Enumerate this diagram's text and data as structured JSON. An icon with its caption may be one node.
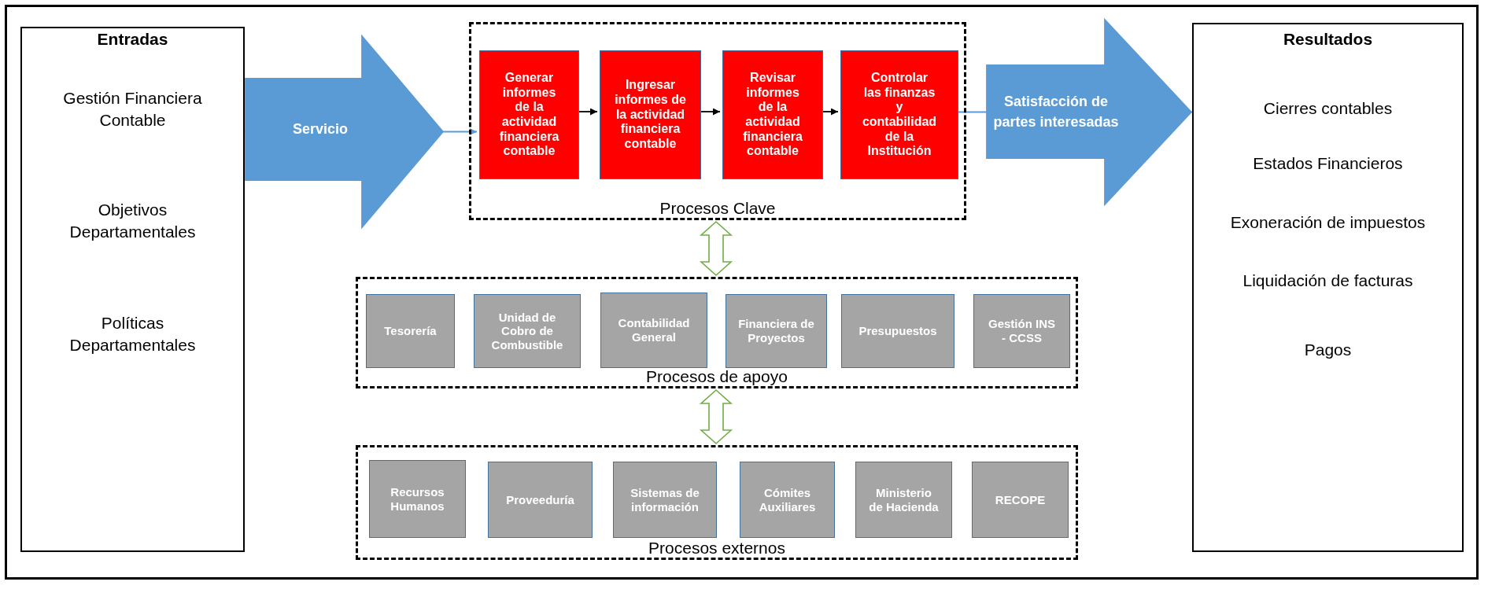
{
  "diagram": {
    "nodes": [
      {
        "text": [
          "Entradas",
          "Gestión Financiera Contable",
          "Objetivos Departamentales",
          "Políticas Departamentales"
        ]
      },
      {
        "text": [
          "Procesos Clave"
        ]
      },
      {
        "text": [
          "Generar informes de la actividad financiera contable"
        ],
        "in": 1
      },
      {
        "text": [
          "Ingresar informes de la actividad financiera contable"
        ],
        "in": 1
      },
      {
        "text": [
          "Revisar informes de la actividad financiera contable"
        ],
        "in": 1
      },
      {
        "text": [
          "Controlar las finanzas y contabilidad de la Institución"
        ],
        "in": 1
      },
      {
        "text": [
          "Resultados",
          "Cierres contables",
          "Estados Financieros",
          "Exoneración de impuestos",
          "Liquidación de facturas",
          "Pagos"
        ]
      },
      {
        "text": [
          "Procesos de apoyo"
        ]
      },
      {
        "text": [
          "Tesorería"
        ],
        "in": 7
      },
      {
        "text": [
          "Unidad de Cobro de Combustible"
        ],
        "in": 7
      },
      {
        "text": [
          "Contabilidad General"
        ],
        "in": 7
      },
      {
        "text": [
          "Financiera de Proyectos"
        ],
        "in": 7
      },
      {
        "text": [
          "Presupuestos"
        ],
        "in": 7
      },
      {
        "text": [
          "Gestión INS - CCSS"
        ],
        "in": 7
      },
      {
        "text": [
          "Procesos externos"
        ]
      },
      {
        "text": [
          "Recursos Humanos"
        ],
        "in": 14
      },
      {
        "text": [
          "Proveeduría"
        ],
        "in": 14
      },
      {
        "text": [
          "Sistemas de información"
        ],
        "in": 14
      },
      {
        "text": [
          "Cómites Auxiliares"
        ],
        "in": 14
      },
      {
        "text": [
          "Ministerio de Hacienda"
        ],
        "in": 14
      },
      {
        "text": [
          "RECOPE"
        ],
        "in": 14
      }
    ],
    "edges": [
      {
        "from": 0,
        "to": 2,
        "arrow": "to",
        "label": "Servicio",
        "color": "#5b9bd5"
      },
      {
        "from": 2,
        "to": 3,
        "arrow": "to"
      },
      {
        "from": 3,
        "to": 4,
        "arrow": "to"
      },
      {
        "from": 4,
        "to": 5,
        "arrow": "to"
      },
      {
        "from": 5,
        "to": 6,
        "arrow": "to",
        "label": "Satisfacción de partes interesadas",
        "color": "#5b9bd5"
      },
      {
        "from": 1,
        "to": 7,
        "arrow": "both",
        "color": "#70ad47"
      },
      {
        "from": 7,
        "to": 14,
        "arrow": "both",
        "color": "#70ad47"
      }
    ]
  }
}
